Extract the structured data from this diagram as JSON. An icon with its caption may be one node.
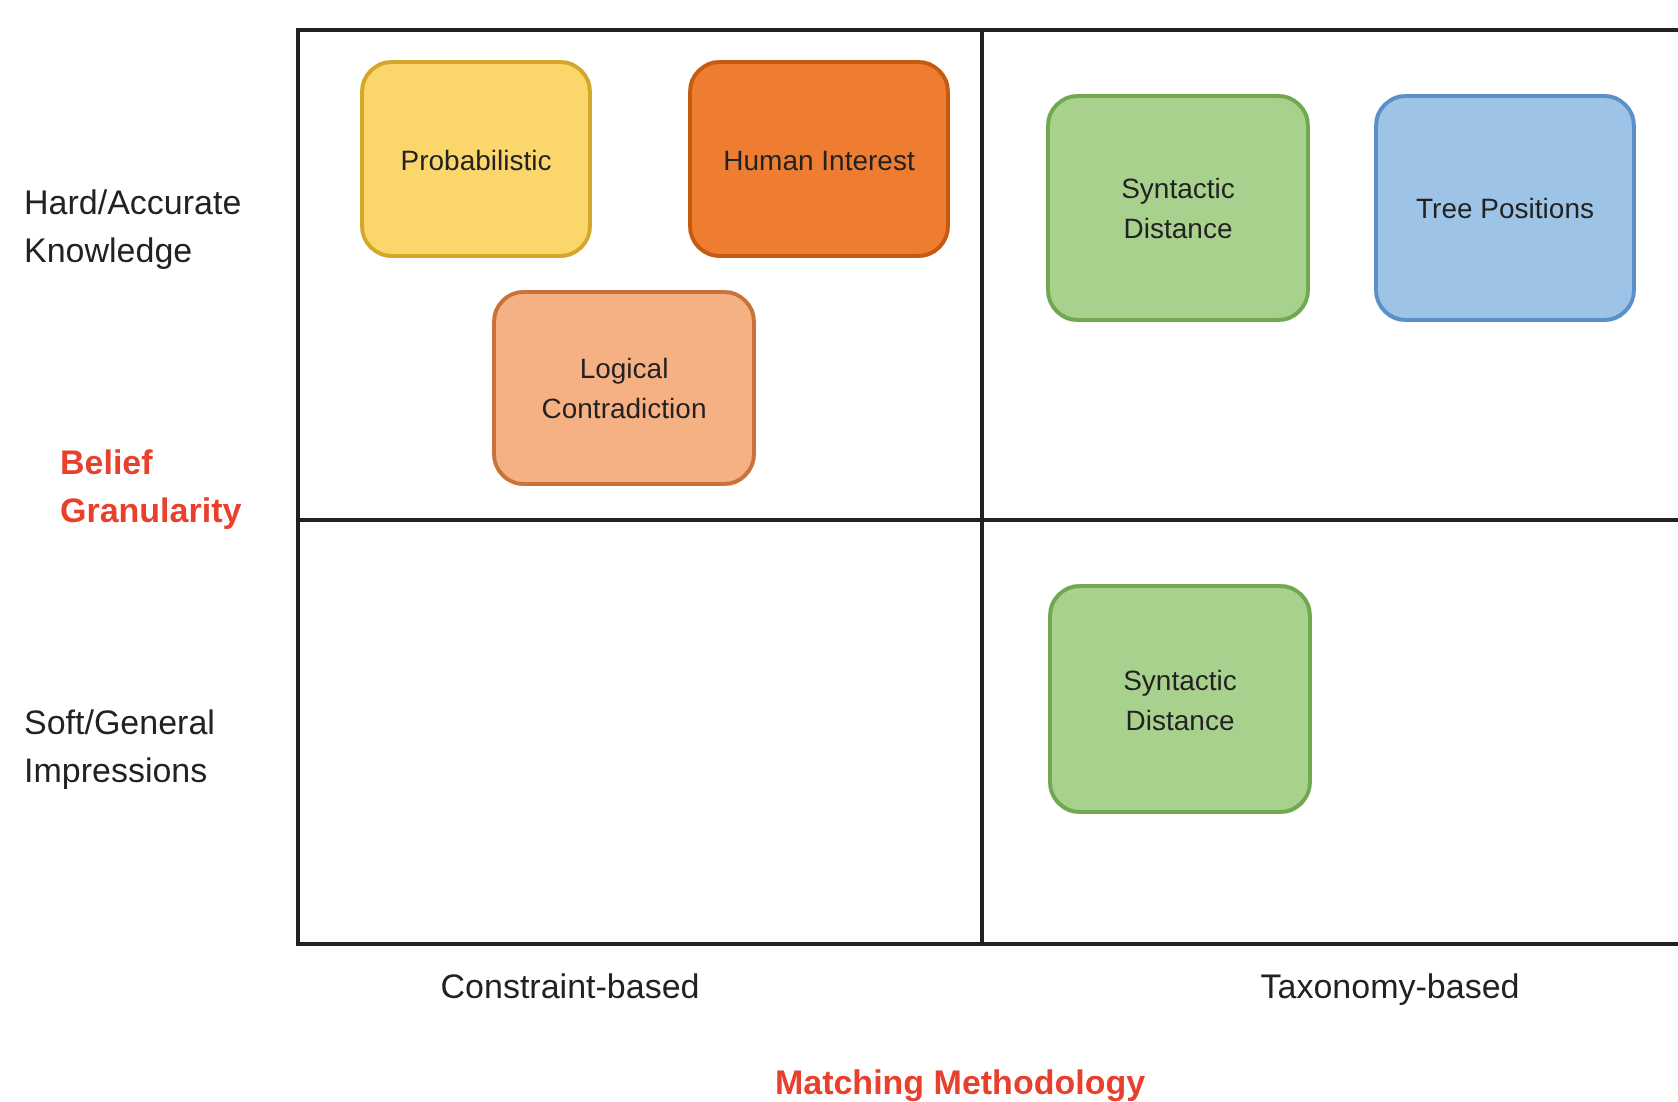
{
  "diagram": {
    "nodes": [
      {
        "text": [
          "Probabilistic"
        ]
      },
      {
        "text": [
          "Human Interest"
        ]
      },
      {
        "text": [
          "Logical Contradiction"
        ]
      },
      {
        "text": [
          "Syntactic Distance"
        ]
      },
      {
        "text": [
          "Tree Positions"
        ]
      },
      {
        "text": [
          "Syntactic Distance"
        ]
      }
    ],
    "labels": [
      "Hard/Accurate Knowledge",
      "Belief Granularity",
      "Soft/General Impressions",
      "Constraint-based",
      "Taxonomy-based",
      "Matching Methodology"
    ]
  }
}
